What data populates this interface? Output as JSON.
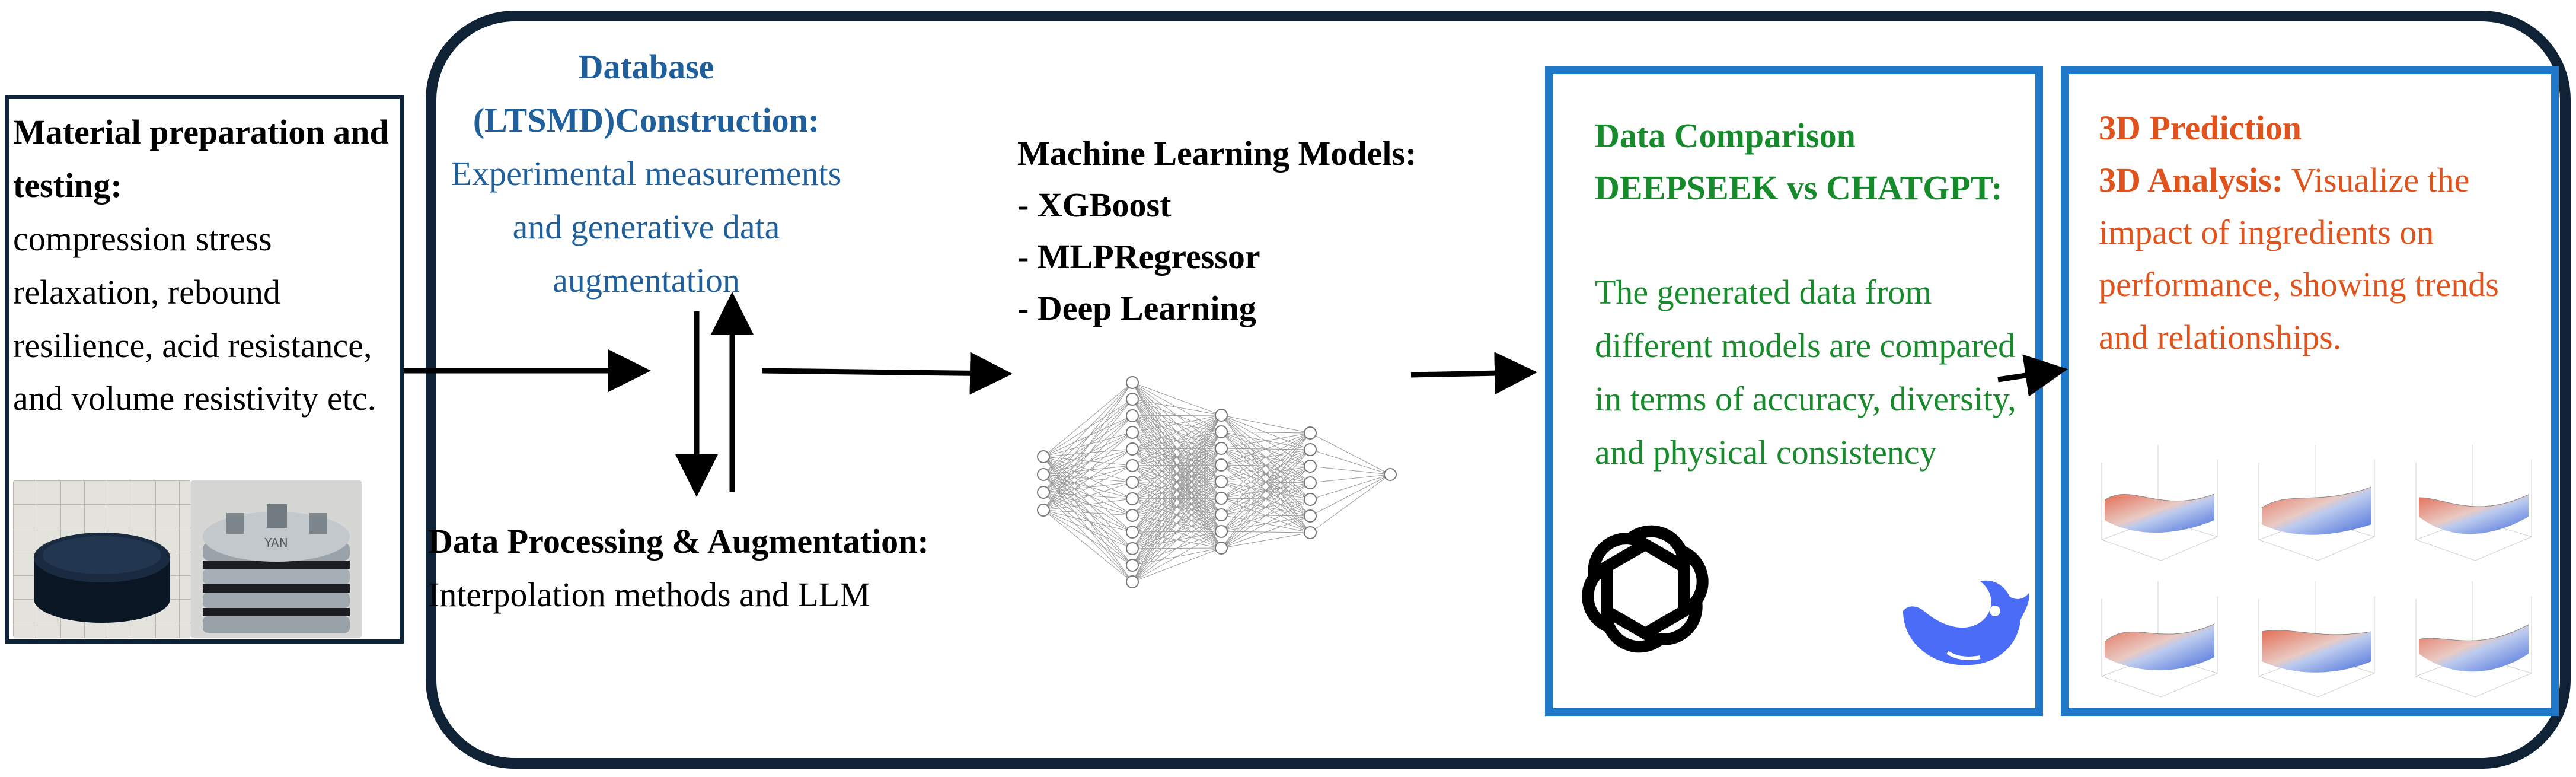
{
  "material": {
    "title": "Material preparation and testing:",
    "text": "compression stress relaxation, rebound resilience, acid resistance, and volume resistivity etc."
  },
  "database": {
    "title": "Database (LTSMD)Construction:",
    "text": "Experimental measurements and generative data augmentation"
  },
  "processing": {
    "title": "Data Processing & Augmentation:",
    "text": "Interpolation methods and LLM"
  },
  "ml": {
    "title": "Machine Learning Models:",
    "items": [
      "- XGBoost",
      "- MLPRegressor",
      "- Deep Learning"
    ]
  },
  "comparison": {
    "title": "Data Comparison DEEPSEEK vs CHATGPT:",
    "text": "The generated data from different models are compared in terms of accuracy, diversity, and physical consistency"
  },
  "prediction": {
    "title1": "3D Prediction",
    "title2": "3D Analysis:",
    "text": "Visualize the impact of ingredients on performance, showing trends and relationships."
  },
  "colors": {
    "frame": "#0f2236",
    "box_border": "#1f78c8",
    "database_text": "#1f5f9c",
    "comparison_text": "#178a2c",
    "prediction_text": "#e0531c"
  },
  "icons": [
    "sample-photo",
    "fixture-photo",
    "neural-network-diagram",
    "chatgpt-logo-icon",
    "deepseek-logo-icon",
    "3d-surface-plot"
  ]
}
